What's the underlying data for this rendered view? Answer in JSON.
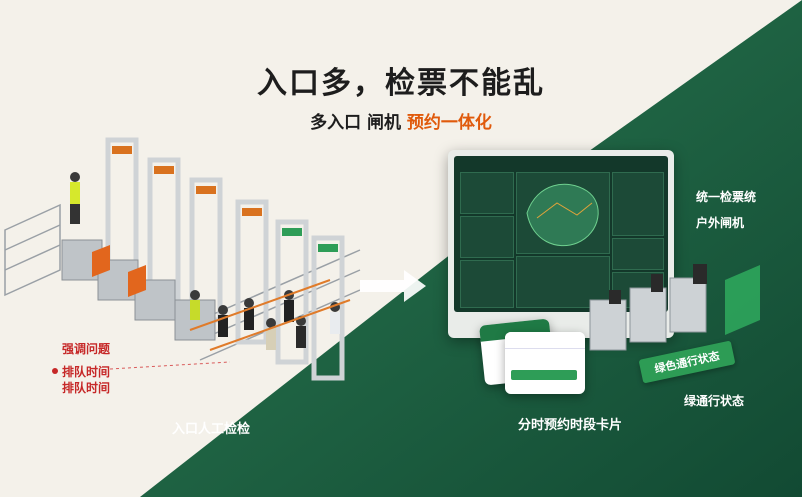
{
  "headline": "入口多，检票不能乱",
  "subhead": {
    "part1": "多入口 闸机 ",
    "highlight": "预约一体化"
  },
  "left_labels": {
    "emphasis": "强调问题",
    "queue_time_1": "排队时间",
    "queue_time_2": "排队时间",
    "manual_check": "入口人工检检"
  },
  "right_labels": {
    "unified_ticket": "统一检票统",
    "outdoor_gate": "户外闸机",
    "green_status": "绿通行状态",
    "time_slot_card": "分时预约时段卡片",
    "status_badge": "绿色通行状态"
  },
  "colors": {
    "green": "#1f6b45",
    "accent": "#e05a0c",
    "red": "#c62828"
  }
}
